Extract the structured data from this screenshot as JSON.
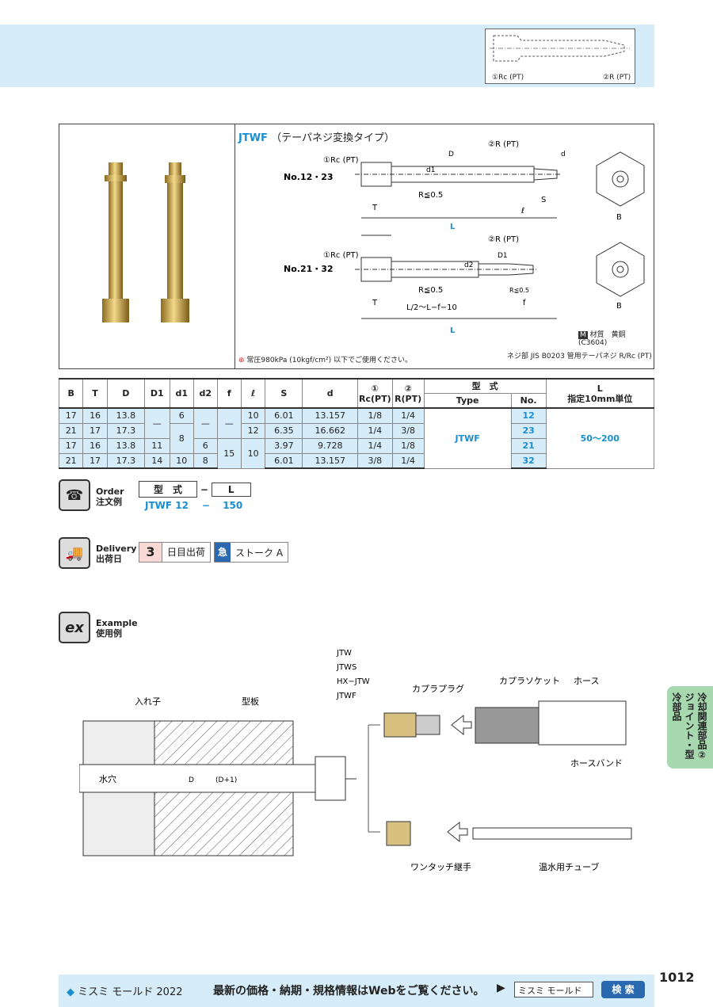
{
  "thumb": {
    "port1": "①Rc (PT)",
    "port2": "②R (PT)"
  },
  "product": {
    "code": "JTWF",
    "subtitle": "（テーパネジ変換タイプ）",
    "variant1": "No.12・23",
    "variant2": "No.21・32",
    "rc": "①Rc (PT)",
    "r": "②R (PT)",
    "radius": "R≦0.5",
    "radius_small": "R≦0.5",
    "formula": "L/2〜L−f−10",
    "material_icon": "M",
    "material": "材質　黄銅(C3604)",
    "note_icon": "pressure-icon",
    "note": "常圧980kPa (10kgf/cm²) 以下でご使用ください。",
    "thread_note": "ネジ部 JIS B0203 管用テーパネジ R/Rc (PT)",
    "dims": {
      "D": "D",
      "d1": "d1",
      "d2": "d2",
      "D1": "D1",
      "d": "d",
      "T": "T",
      "L": "L",
      "l": "ℓ",
      "S": "S",
      "B": "B",
      "f": "f"
    }
  },
  "table": {
    "headers": [
      "B",
      "T",
      "D",
      "D1",
      "d1",
      "d2",
      "f",
      "ℓ",
      "S",
      "d",
      "① Rc(PT)",
      "② R(PT)"
    ],
    "type_header": "型　式",
    "type_sub": "Type",
    "no_sub": "No.",
    "l_header": "L",
    "l_sub": "指定10mm単位",
    "type_value": "JTWF",
    "l_value": "50〜200",
    "dash": "—",
    "rows": [
      [
        "17",
        "16",
        "13.8",
        "—",
        "6",
        "—",
        "—",
        "10",
        "6.01",
        "13.157",
        "1/8",
        "1/4",
        "12"
      ],
      [
        "21",
        "17",
        "17.3",
        "",
        "8",
        "",
        "",
        "12",
        "6.35",
        "16.662",
        "1/4",
        "3/8",
        "23"
      ],
      [
        "17",
        "16",
        "13.8",
        "11",
        "",
        "6",
        "15",
        "10",
        "3.97",
        "9.728",
        "1/4",
        "1/8",
        "21"
      ],
      [
        "21",
        "17",
        "17.3",
        "14",
        "10",
        "8",
        "",
        "",
        "6.01",
        "13.157",
        "3/8",
        "1/4",
        "32"
      ]
    ]
  },
  "order": {
    "label_en": "Order",
    "label_ja": "注文例",
    "h_type": "型　式",
    "dash": "−",
    "h_l": "L",
    "ex_type": "JTWF 12",
    "ex_dash": "−",
    "ex_l": "150"
  },
  "delivery": {
    "label_en": "Delivery",
    "label_ja": "出荷日",
    "days": "3",
    "days_label": "日目出荷",
    "express": "急",
    "stroke": "ストーク A"
  },
  "example": {
    "label_en": "Example",
    "label_ja": "使用例",
    "icon": "ex",
    "models": [
      "JTW",
      "JTWS",
      "HX−JTW",
      "JTWF"
    ],
    "insert": "入れ子",
    "plate": "型板",
    "water": "水穴",
    "dim_D": "D",
    "dim_D1": "(D+1)",
    "plug": "カプラプラグ",
    "socket": "カプラソケット",
    "hose": "ホース",
    "band": "ホースバンド",
    "onetouch": "ワンタッチ継手",
    "tube": "温水用チューブ"
  },
  "side": "冷却関連部品② ジョイント・型冷部品",
  "footer": {
    "brand": "ミスミ モールド 2022",
    "text": "最新の価格・納期・規格情報はWebをご覧ください。",
    "search_value": "ミスミ モールド",
    "search_btn": "検 索"
  },
  "page": "1012"
}
